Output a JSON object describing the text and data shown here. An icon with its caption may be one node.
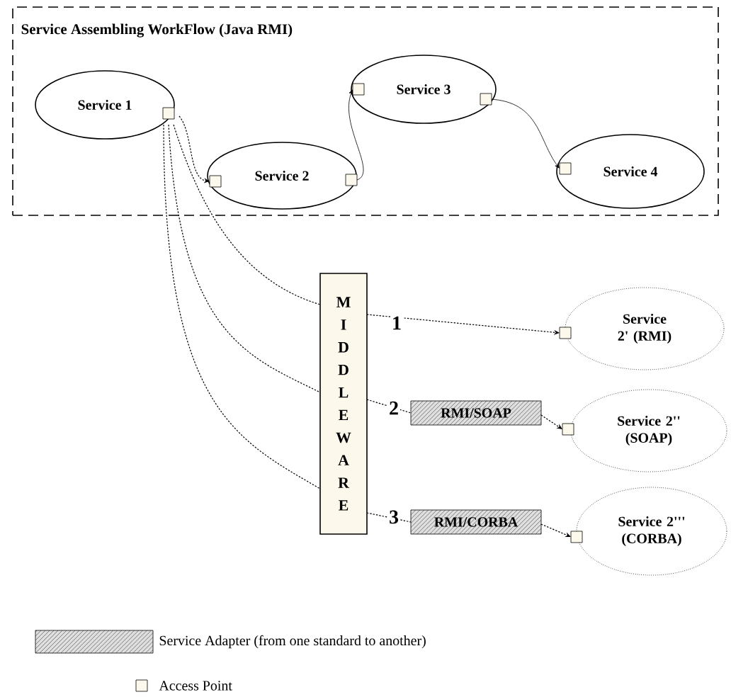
{
  "diagram": {
    "nodes": [
      {
        "text": [
          "Service Assembling WorkFlow (Java RMI)"
        ]
      },
      {
        "text": [
          "Service 1"
        ],
        "in": 0
      },
      {
        "text": [
          "Service 2"
        ],
        "in": 0
      },
      {
        "text": [
          "Service 3"
        ],
        "in": 0
      },
      {
        "text": [
          "Service 4"
        ],
        "in": 0
      },
      {
        "text": [
          "MIDDLEWARE"
        ]
      },
      {
        "text": [
          "RMI/SOAP"
        ]
      },
      {
        "text": [
          "RMI/CORBA"
        ]
      },
      {
        "text": [
          "Service 2' (RMI)"
        ]
      },
      {
        "text": [
          "Service 2'' (SOAP)"
        ]
      },
      {
        "text": [
          "Service 2''' (CORBA)"
        ]
      }
    ],
    "edges": [
      {
        "from": 1,
        "to": 2,
        "arrow": "to",
        "style": "dashed"
      },
      {
        "from": 2,
        "to": 3,
        "arrow": "to"
      },
      {
        "from": 3,
        "to": 4,
        "arrow": "to"
      },
      {
        "from": 1,
        "to": 5,
        "arrow": "none",
        "style": "dashed"
      },
      {
        "from": 1,
        "to": 5,
        "arrow": "none",
        "style": "dashed"
      },
      {
        "from": 1,
        "to": 5,
        "arrow": "none",
        "style": "dashed"
      },
      {
        "from": 5,
        "to": 8,
        "arrow": "to",
        "style": "dashed",
        "label": "1"
      },
      {
        "from": 5,
        "to": 6,
        "arrow": "none",
        "style": "dashed",
        "label": "2"
      },
      {
        "from": 6,
        "to": 9,
        "arrow": "to",
        "style": "dashed"
      },
      {
        "from": 5,
        "to": 7,
        "arrow": "none",
        "style": "dashed",
        "label": "3"
      },
      {
        "from": 7,
        "to": 10,
        "arrow": "to",
        "style": "dashed"
      }
    ],
    "legend": [
      {
        "text": "Service Adapter (from one standard to another)"
      },
      {
        "text": "Access Point"
      }
    ]
  }
}
